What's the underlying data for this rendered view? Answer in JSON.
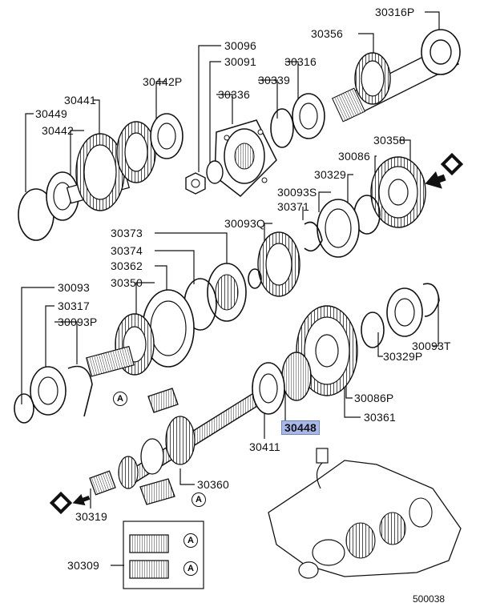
{
  "labels": {
    "p30316P": "30316P",
    "p30356": "30356",
    "p30096": "30096",
    "p30091": "30091",
    "p30316": "30316",
    "p30339": "30339",
    "p30442P": "30442P",
    "p30336": "30336",
    "p30441": "30441",
    "p30449": "30449",
    "p30442": "30442",
    "p30358": "30358",
    "p30086": "30086",
    "p30329": "30329",
    "p30093S": "30093S",
    "p30371": "30371",
    "p30093Q": "30093Q",
    "p30373": "30373",
    "p30374": "30374",
    "p30362": "30362",
    "p30350": "30350",
    "p30093": "30093",
    "p30317": "30317",
    "p30093P": "30093P",
    "p30093T": "30093T",
    "p30329P": "30329P",
    "p30086P": "30086P",
    "p30448": "30448",
    "p30361": "30361",
    "p30411": "30411",
    "p30360": "30360",
    "p30319": "30319",
    "p30309": "30309"
  },
  "markers": {
    "a1": "A",
    "a2": "A",
    "a3": "A",
    "a4": "A"
  },
  "diagram_code": "500038",
  "highlight_color": "#a9b8ea"
}
